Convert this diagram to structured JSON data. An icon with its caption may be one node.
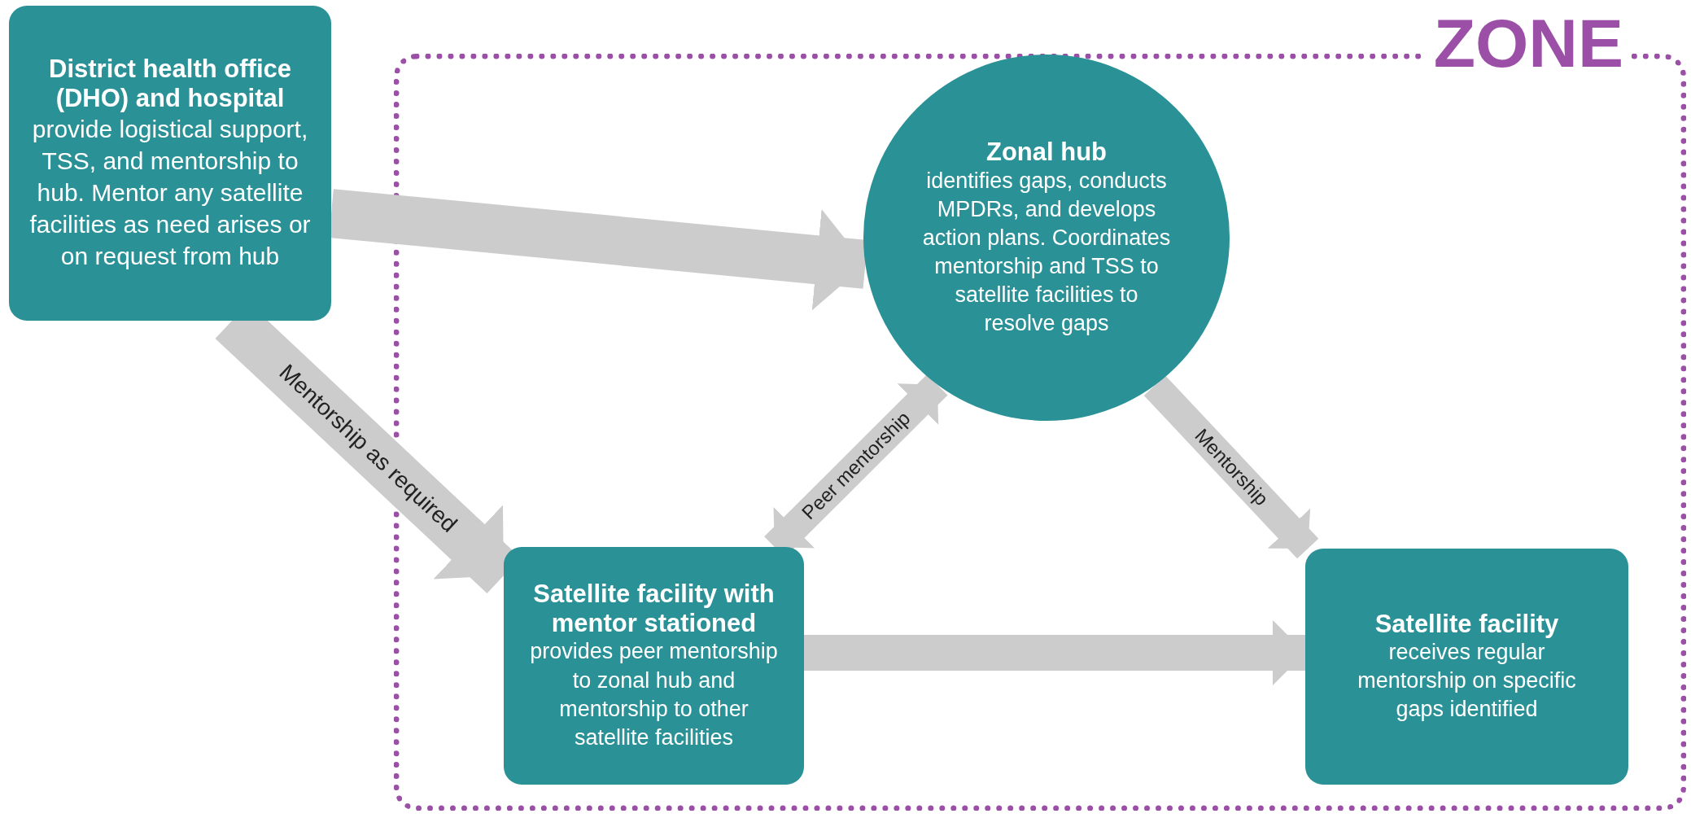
{
  "diagram": {
    "nodes": [
      {
        "text": [
          "District health office (DHO) and hospital",
          "provide logistical support, TSS, and mentorship to hub. Mentor any satellite facilities as need arises or on request from hub"
        ]
      },
      {
        "text": [
          "ZONE"
        ]
      },
      {
        "text": [
          "Zonal hub",
          "identifies gaps, conducts MPDRs, and develops action plans. Coordinates mentorship and TSS to satellite facilities to resolve gaps"
        ],
        "in": 1
      },
      {
        "text": [
          "Satellite facility with mentor stationed",
          "provides peer mentorship to zonal hub and mentorship to other satellite facilities"
        ],
        "in": 1
      },
      {
        "text": [
          "Satellite facility",
          "receives regular mentorship on specific gaps identified"
        ],
        "in": 1
      }
    ],
    "edges": [
      {
        "from": 0,
        "to": 2,
        "arrow": "to"
      },
      {
        "from": 0,
        "to": 3,
        "arrow": "to",
        "label": "Mentorship as required"
      },
      {
        "from": 3,
        "to": 2,
        "arrow": "both",
        "label": "Peer mentorship"
      },
      {
        "from": 2,
        "to": 4,
        "arrow": "to",
        "label": "Mentorship"
      },
      {
        "from": 3,
        "to": 4,
        "arrow": "to"
      }
    ]
  }
}
